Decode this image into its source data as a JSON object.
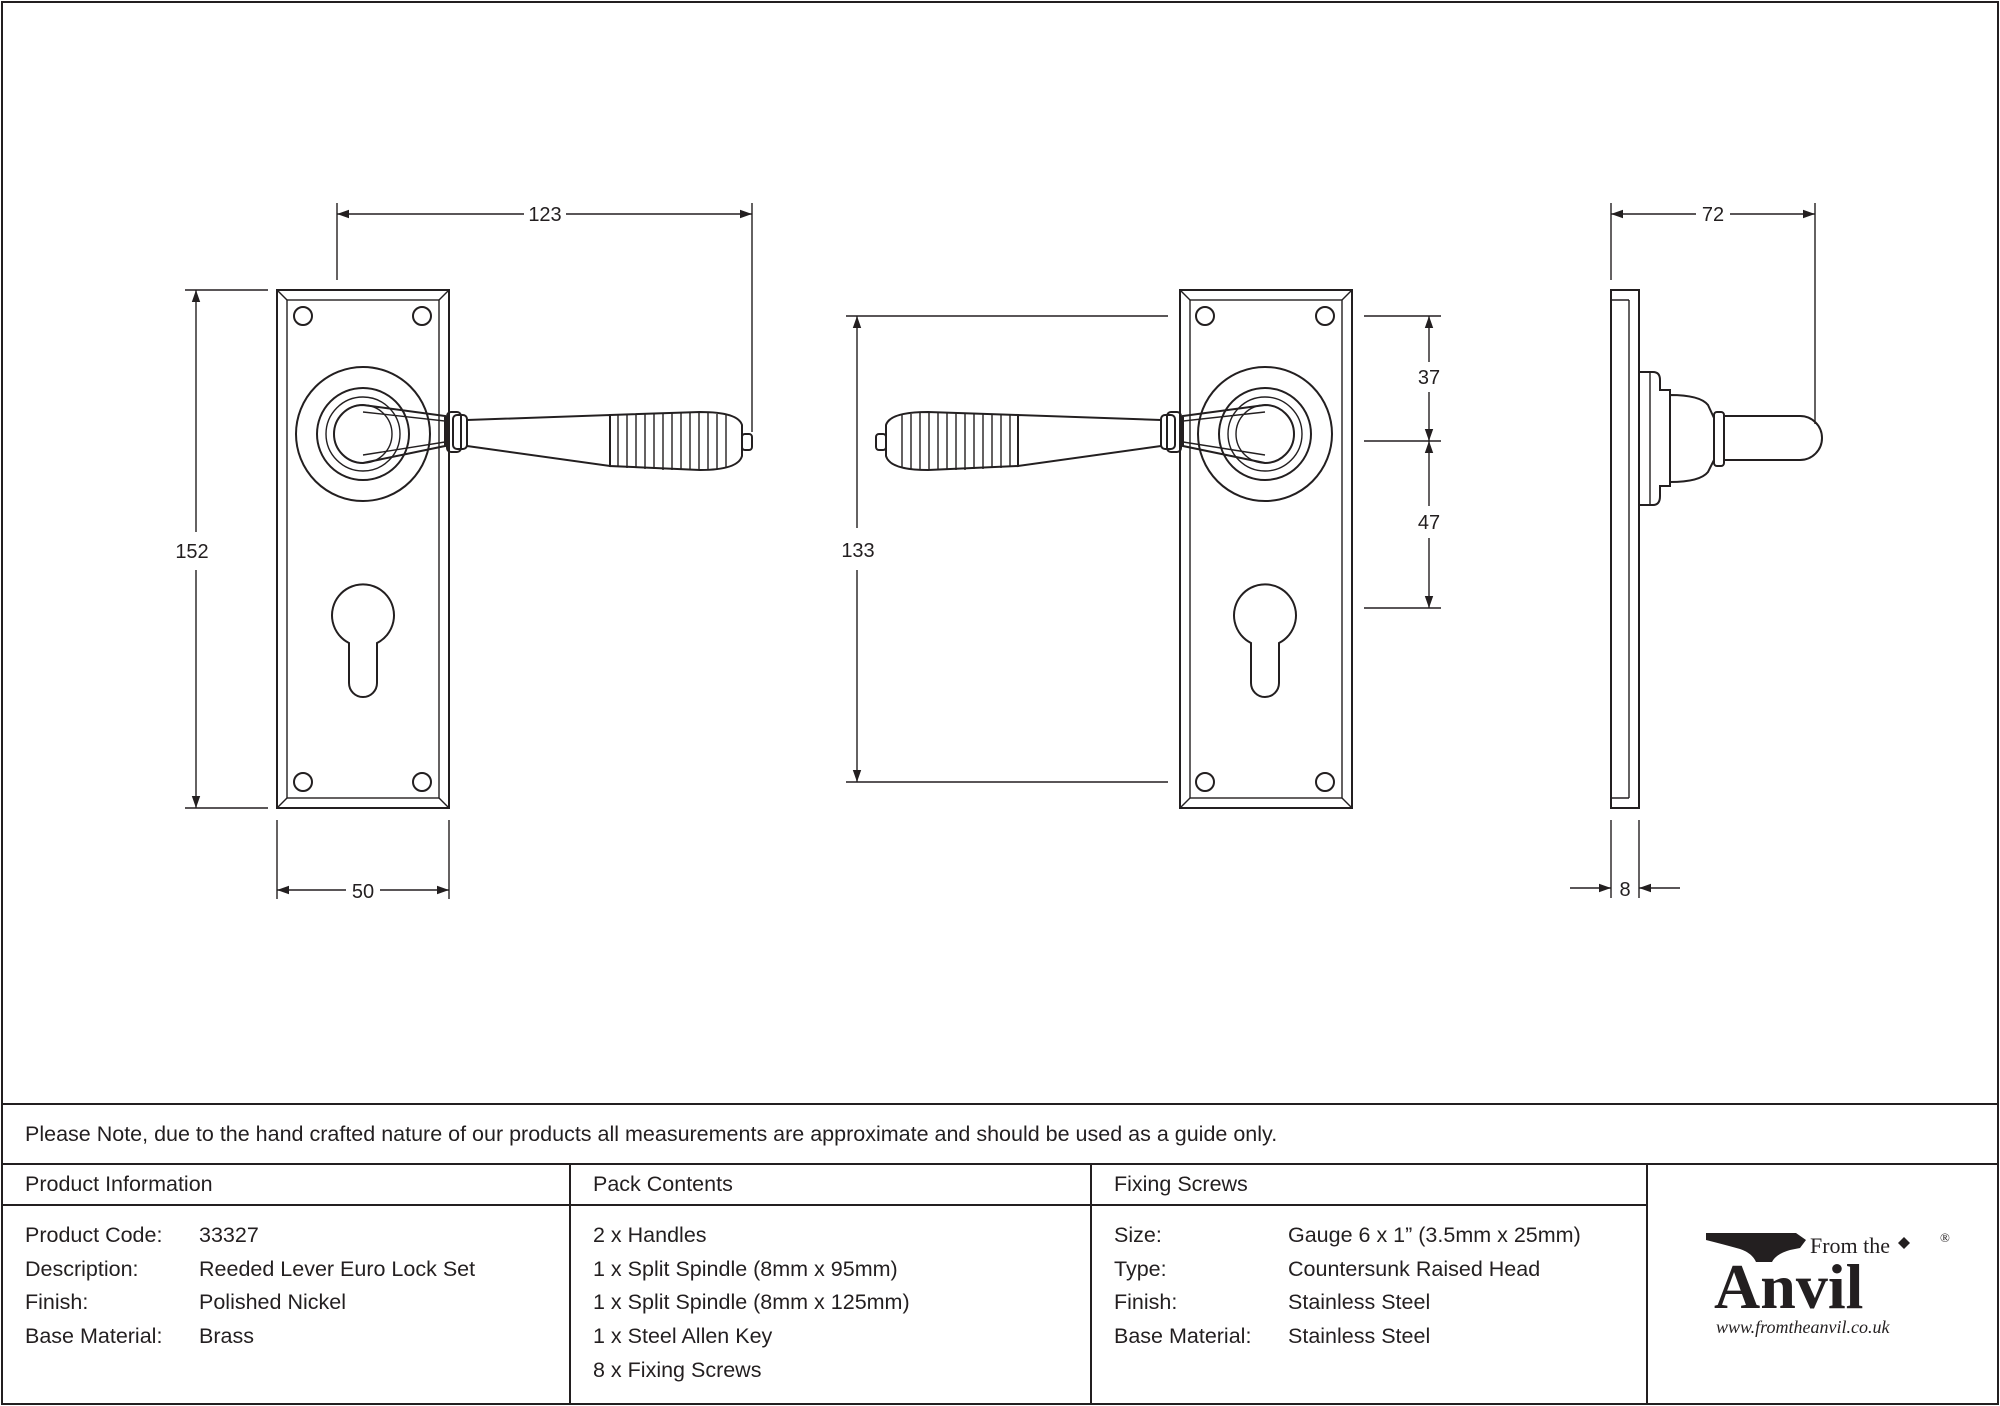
{
  "drawing": {
    "dimensions": {
      "handle_projection_front": "123",
      "plate_height": "152",
      "plate_width": "50",
      "fixing_span": "133",
      "upper_offset": "37",
      "lower_offset": "47",
      "side_projection": "72",
      "plate_thickness": "8"
    }
  },
  "note": "Please Note, due to the hand crafted nature of our products all measurements are approximate and should be used as a guide only.",
  "product_information": {
    "heading": "Product Information",
    "rows": [
      {
        "label": "Product Code:",
        "value": "33327"
      },
      {
        "label": "Description:",
        "value": "Reeded Lever Euro Lock Set"
      },
      {
        "label": "Finish:",
        "value": "Polished Nickel"
      },
      {
        "label": "Base Material:",
        "value": "Brass"
      }
    ]
  },
  "pack_contents": {
    "heading": "Pack Contents",
    "items": [
      "2 x Handles",
      "1 x Split Spindle (8mm x 95mm)",
      "1 x Split Spindle (8mm x 125mm)",
      "1 x Steel Allen Key",
      "8 x Fixing Screws"
    ]
  },
  "fixing_screws": {
    "heading": "Fixing Screws",
    "rows": [
      {
        "label": "Size:",
        "value": "Gauge 6 x 1” (3.5mm x 25mm)"
      },
      {
        "label": "Type:",
        "value": "Countersunk Raised Head"
      },
      {
        "label": "Finish:",
        "value": "Stainless Steel"
      },
      {
        "label": "Base Material:",
        "value": "Stainless Steel"
      }
    ]
  },
  "logo": {
    "from_the": "From the",
    "name": "Anvil",
    "registered": "®",
    "url": "www.fromtheanvil.co.uk"
  }
}
